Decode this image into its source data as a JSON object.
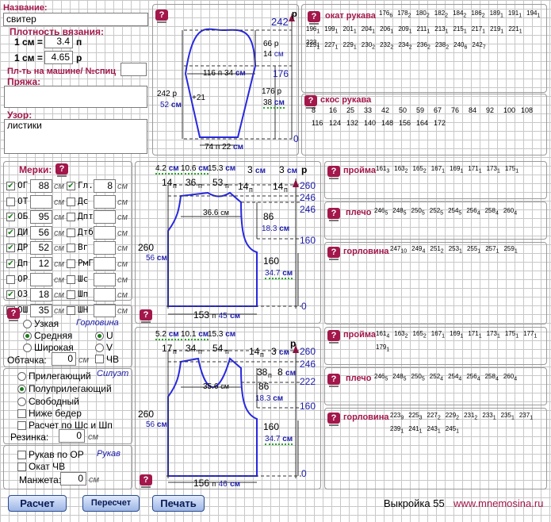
{
  "name": {
    "label": "Название:",
    "value": "свитер"
  },
  "density": {
    "label": "Плотность вязания:",
    "row1_pre": "1 см =",
    "row1_val": "3.4",
    "row1_unit": "п",
    "row2_pre": "1 см =",
    "row2_val": "4.65",
    "row2_unit": "р"
  },
  "machine": {
    "label": "Пл-ть на машине/ №спиц",
    "value": ""
  },
  "yarn": {
    "label": "Пряжа:",
    "value": ""
  },
  "pattern": {
    "label": "Узор:",
    "value": "листики"
  },
  "sleeve": {
    "top": "242",
    "top_unit": "р",
    "cap_rows": "66",
    "cap_rows_unit": "р",
    "cap_cm": "14",
    "cap_cm_unit": "см",
    "width_st": "116",
    "width_st_unit": "п",
    "width_cm": "34",
    "width_cm_unit": "см",
    "mid_rows": "176",
    "total_rows": "242",
    "total_rows_unit": "р",
    "total_cm": "52",
    "total_cm_unit": "см",
    "plus": "+21",
    "len_rows": "176",
    "len_rows_unit": "р",
    "len_cm": "38",
    "len_cm_unit": "см",
    "cuff_st": "74",
    "cuff_st_unit": "п",
    "cuff_cm": "22",
    "cuff_cm_unit": "см",
    "zero": "0"
  },
  "okat": {
    "title": "окат рукава",
    "rows": [
      [
        [
          "176",
          "6"
        ],
        [
          "178",
          "2"
        ],
        [
          "180",
          "2"
        ],
        [
          "182",
          "2"
        ],
        [
          "184",
          "2"
        ],
        [
          "186",
          "2"
        ],
        [
          "189",
          "1"
        ],
        [
          "191",
          "1"
        ],
        [
          "194",
          "1"
        ]
      ],
      [
        [
          "196",
          "1"
        ],
        [
          "199",
          "1"
        ],
        [
          "201",
          "1"
        ],
        [
          "204",
          "1"
        ],
        [
          "206",
          "1"
        ],
        [
          "209",
          "1"
        ],
        [
          "211",
          "1"
        ],
        [
          "213",
          "1"
        ],
        [
          "215",
          "1"
        ],
        [
          "217",
          "1"
        ],
        [
          "219",
          "1"
        ],
        [
          "221",
          "1"
        ],
        [
          "223",
          "1"
        ]
      ],
      [
        [
          "225",
          "1"
        ],
        [
          "227",
          "1"
        ],
        [
          "229",
          "1"
        ],
        [
          "230",
          "2"
        ],
        [
          "232",
          "2"
        ],
        [
          "234",
          "2"
        ],
        [
          "236",
          "2"
        ],
        [
          "238",
          "2"
        ],
        [
          "240",
          "6"
        ],
        [
          "242",
          "7"
        ]
      ]
    ]
  },
  "skos": {
    "title": "скос рукава",
    "row1": [
      "8",
      "16",
      "25",
      "33",
      "42",
      "50",
      "59",
      "67",
      "76",
      "84",
      "92",
      "100",
      "108"
    ],
    "row2": [
      "116",
      "124",
      "132",
      "140",
      "148",
      "156",
      "164",
      "172"
    ]
  },
  "merki": {
    "title": "Мерки:",
    "left": [
      {
        "code": "ОГ",
        "val": "88",
        "on": true
      },
      {
        "code": "ОТ",
        "val": "",
        "on": false
      },
      {
        "code": "ОБ",
        "val": "95",
        "on": true
      },
      {
        "code": "ДИ",
        "val": "56",
        "on": true
      },
      {
        "code": "ДР",
        "val": "52",
        "on": true
      },
      {
        "code": "Дп",
        "val": "12",
        "on": true
      },
      {
        "code": "ОР",
        "val": "",
        "on": false
      },
      {
        "code": "ОЗ",
        "val": "18",
        "on": true
      },
      {
        "code": "ОШ",
        "val": "35",
        "on": true
      }
    ],
    "right": [
      {
        "code": "Гл.г.",
        "val": "8",
        "on": true
      },
      {
        "code": "Дс",
        "val": "",
        "on": false
      },
      {
        "code": "Дпт",
        "val": "",
        "on": false
      },
      {
        "code": "Дтб",
        "val": "",
        "on": false
      },
      {
        "code": "Вг",
        "val": "",
        "on": false
      },
      {
        "code": "РмГ",
        "val": "",
        "on": false
      },
      {
        "code": "Шс",
        "val": "",
        "on": false
      },
      {
        "code": "Шп",
        "val": "",
        "on": false
      },
      {
        "code": "ШН",
        "val": "",
        "on": false
      }
    ],
    "unit": "см"
  },
  "neck": {
    "title": "Горловина",
    "narrow": "Узкая",
    "mid": "Средняя",
    "wide": "Широкая",
    "u": "U",
    "v": "V",
    "obt_label": "Обтачка:",
    "obt_val": "0",
    "obt_unit": "см",
    "chv": "ЧВ"
  },
  "silhouette": {
    "title": "Силуэт",
    "o1": "Прилегающий",
    "o2": "Полуприлегающий",
    "o3": "Свободный",
    "o4": "Ниже бедер",
    "o5": "Расчет по Шс и Шп",
    "rez_label": "Резинка:",
    "rez_val": "0",
    "rez_unit": "см"
  },
  "sleeveopt": {
    "title": "Рукав",
    "o1": "Рукав по ОР",
    "o2": "Окат ЧВ",
    "cuff_label": "Манжета:",
    "cuff_val": "0",
    "cuff_unit": "см"
  },
  "back": {
    "dot1": "4.2",
    "unit_cm": "см",
    "dot2": "10.6",
    "dot3": "15.3",
    "t1": "3",
    "t2": "3",
    "t3": "р",
    "v260": "260",
    "v246a": "246",
    "v246b": "246",
    "w14a": "14",
    "w36": "36",
    "w53": "53",
    "w14b": "14",
    "w14c": "14",
    "unit_p": "п",
    "neck_cm": "36.6",
    "r86": "86",
    "r18": "18.3",
    "r160": "160",
    "total_rows": "260",
    "total_cm": "56",
    "r160b": "160",
    "r34": "34.7",
    "width": "153",
    "width_cm": "45",
    "zero": "0"
  },
  "front": {
    "dot1": "5.2",
    "dot2": "10.1",
    "dot3": "15.3",
    "t1": "3",
    "t3": "р",
    "v260": "260",
    "v246": "246",
    "w17": "17",
    "w34": "34",
    "w54": "54",
    "w14": "14",
    "unit_p": "п",
    "neck_cm": "35.6",
    "r38": "38",
    "r8": "8",
    "r222": "222",
    "r86": "86",
    "r18": "18.3",
    "r160": "160",
    "total_rows": "260",
    "total_cm": "56",
    "r160b": "160",
    "r34": "34.7",
    "width": "156",
    "width_cm": "46",
    "zero": "0"
  },
  "back_tables": {
    "proima": {
      "title": "пройма",
      "items": [
        [
          "161",
          "3"
        ],
        [
          "163",
          "2"
        ],
        [
          "165",
          "2"
        ],
        [
          "167",
          "1"
        ],
        [
          "169",
          "1"
        ],
        [
          "171",
          "1"
        ],
        [
          "173",
          "1"
        ],
        [
          "175",
          "1"
        ]
      ]
    },
    "pleco": {
      "title": "плечо",
      "items": [
        [
          "246",
          "5"
        ],
        [
          "248",
          "5"
        ],
        [
          "250",
          "5"
        ],
        [
          "252",
          "5"
        ],
        [
          "254",
          "5"
        ],
        [
          "256",
          "4"
        ],
        [
          "258",
          "4"
        ],
        [
          "260",
          "4"
        ]
      ]
    },
    "gorl": {
      "title": "горловина",
      "items": [
        [
          "247",
          "10"
        ],
        [
          "249",
          "4"
        ],
        [
          "251",
          "2"
        ],
        [
          "253",
          "1"
        ],
        [
          "255",
          "1"
        ],
        [
          "257",
          "1"
        ],
        [
          "259",
          "1"
        ]
      ]
    }
  },
  "front_tables": {
    "proima": {
      "title": "пройма",
      "items": [
        [
          "161",
          "4"
        ],
        [
          "163",
          "2"
        ],
        [
          "165",
          "2"
        ],
        [
          "167",
          "1"
        ],
        [
          "169",
          "1"
        ],
        [
          "171",
          "1"
        ],
        [
          "173",
          "1"
        ],
        [
          "175",
          "1"
        ],
        [
          "177",
          "1"
        ],
        [
          "179",
          "1"
        ]
      ]
    },
    "pleco": {
      "title": "плечо",
      "items": [
        [
          "246",
          "5"
        ],
        [
          "248",
          "5"
        ],
        [
          "250",
          "5"
        ],
        [
          "252",
          "4"
        ],
        [
          "254",
          "4"
        ],
        [
          "256",
          "4"
        ],
        [
          "258",
          "4"
        ],
        [
          "260",
          "4"
        ]
      ]
    },
    "gorl": {
      "title": "горловина",
      "items": [
        [
          "223",
          "9"
        ],
        [
          "225",
          "3"
        ],
        [
          "227",
          "2"
        ],
        [
          "229",
          "2"
        ],
        [
          "231",
          "2"
        ],
        [
          "233",
          "1"
        ],
        [
          "235",
          "1"
        ],
        [
          "237",
          "1"
        ],
        [
          "239",
          "1"
        ],
        [
          "241",
          "1"
        ],
        [
          "243",
          "1"
        ],
        [
          "245",
          "1"
        ]
      ]
    }
  },
  "buttons": {
    "calc": "Расчет",
    "recalc": "Пересчет",
    "print": "Печать"
  },
  "footer": {
    "pattern": "Выкройка 55",
    "site": "www.mnemosina.ru"
  }
}
